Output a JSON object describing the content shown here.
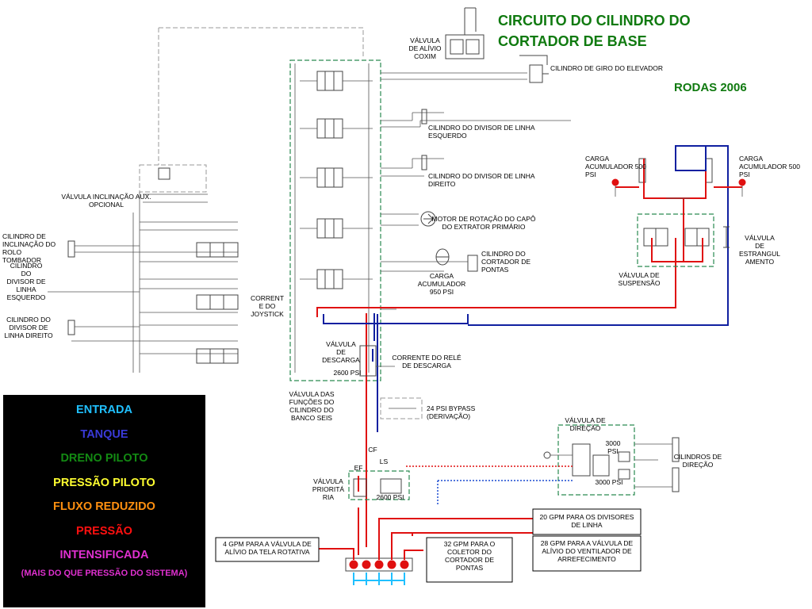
{
  "title": {
    "line1": "CIRCUITO DO CILINDRO DO",
    "line2": "CORTADOR DE BASE",
    "subtitle": "RODAS 2006"
  },
  "labels": {
    "valvula_alivio_coxim": [
      "VÁLVULA",
      "DE ALÍVIO",
      "COXIM"
    ],
    "cilindro_giro": [
      "CILINDRO DE GIRO DO ELEVADOR"
    ],
    "divisor_esquerdo": [
      "CILINDRO DO DIVISOR DE LINHA",
      "ESQUERDO"
    ],
    "divisor_direito": [
      "CILINDRO DO DIVISOR DE LINHA",
      "DIREITO"
    ],
    "motor_capo": [
      "MOTOR DE ROTAÇÃO DO CAPÔ",
      "DO EXTRATOR PRIMÁRIO"
    ],
    "cilindro_pontas": [
      "CILINDRO DO",
      "CORTADOR DE",
      "PONTAS"
    ],
    "carga_950": [
      "CARGA",
      "ACUMULADOR",
      "950 PSI"
    ],
    "valvula_inclinacao": [
      "VÁLVULA INCLINAÇÃO AUX.",
      "OPCIONAL"
    ],
    "cil_inclinacao": [
      "CILINDRO DE",
      "INCLINAÇÃO DO",
      "ROLO",
      "TOMBADOR"
    ],
    "cil_divisor_esq_left": [
      "CILINDRO",
      "DO",
      "DIVISOR DE",
      "LINHA",
      "ESQUERDO"
    ],
    "cil_divisor_dir_left": [
      "CILINDRO DO",
      "DIVISOR DE",
      "LINHA DIREITO"
    ],
    "corrente_joystick": [
      "CORRENT",
      "E DO",
      "JOYSTICK"
    ],
    "valvula_descarga": [
      "VÁLVULA",
      "DE",
      "DESCARGA"
    ],
    "psi_2600_a": [
      "2600 PSI"
    ],
    "corrente_rele": [
      "CORRENTE DO RELÉ",
      "DE DESCARGA"
    ],
    "valvula_funcoes": [
      "VÁLVULA DAS",
      "FUNÇÕES DO",
      "CILINDRO DO",
      "BANCO SEIS"
    ],
    "bypass": [
      "24 PSI BYPASS",
      "(DERIVAÇÃO)"
    ],
    "carga_500_left": [
      "CARGA",
      "ACUMULADOR 500",
      "PSI"
    ],
    "carga_500_right": [
      "CARGA",
      "ACUMULADOR 500",
      "PSI"
    ],
    "valvula_suspensao": [
      "VÁLVULA DE",
      "SUSPENSÃO"
    ],
    "valvula_estrangulamento": [
      "VÁLVULA",
      "DE",
      "ESTRANGUL",
      "AMENTO"
    ],
    "valvula_direcao": [
      "VÁLVULA DE",
      "DIREÇÃO"
    ],
    "psi_3000_a": [
      "3000",
      "PSI"
    ],
    "psi_3000_b": [
      "3000 PSI"
    ],
    "cilindros_direcao": [
      "CILINDROS DE",
      "DIREÇÃO"
    ],
    "cf": [
      "CF"
    ],
    "ls": [
      "LS"
    ],
    "ef": [
      "EF"
    ],
    "valvula_prioritaria": [
      "VÁLVULA",
      "PRIORITÁ",
      "RIA"
    ],
    "psi_2600_b": [
      "2600 PSI"
    ],
    "gpm_20": [
      "20 GPM PARA OS DIVISORES",
      "DE LINHA"
    ],
    "gpm_4": [
      "4 GPM PARA A VÁLVULA DE",
      "ALÍVIO DA TELA ROTATIVA"
    ],
    "gpm_32": [
      "32 GPM PARA O",
      "COLETOR DO",
      "CORTADOR DE",
      "PONTAS"
    ],
    "gpm_28": [
      "28 GPM PARA A VÁLVULA DE",
      "ALÍVIO DO VENTILADOR DE",
      "ARREFECIMENTO"
    ]
  },
  "legend": [
    {
      "text": "ENTRADA",
      "color": "#20c0ff"
    },
    {
      "text": "TANQUE",
      "color": "#3a3ad8"
    },
    {
      "text": "DRENO PILOTO",
      "color": "#138a13"
    },
    {
      "text": "PRESSÃO PILOTO",
      "color": "#ffff30"
    },
    {
      "text": "FLUXO REDUZIDO",
      "color": "#ff9010"
    },
    {
      "text": "PRESSÃO",
      "color": "#ff1010"
    },
    {
      "text": "INTENSIFICADA",
      "color": "#e030d0"
    },
    {
      "text": "(MAIS DO QUE PRESSÃO DO SISTEMA)",
      "color": "#e030d0"
    }
  ]
}
